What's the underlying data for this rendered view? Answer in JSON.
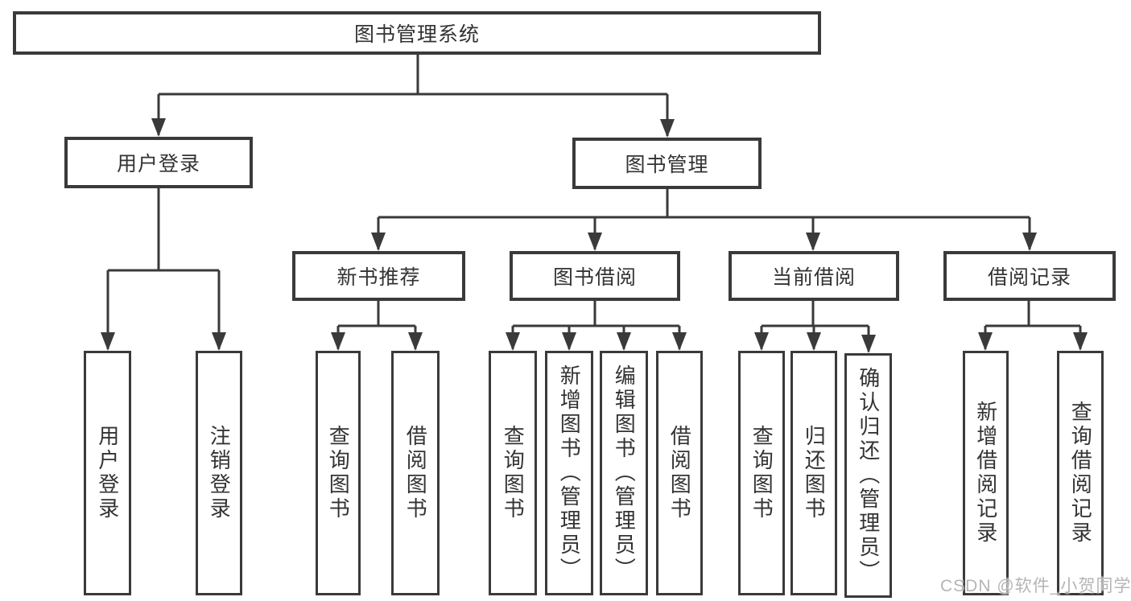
{
  "watermark": "CSDN @软件_小贺同学",
  "colors": {
    "line": "#3a3a3a",
    "text": "#333333",
    "watermark": "#b5b5b5",
    "background": "#ffffff"
  },
  "tree": {
    "root": {
      "label": "图书管理系统",
      "children": [
        {
          "label": "用户登录",
          "children": [
            {
              "label": "用户登录"
            },
            {
              "label": "注销登录"
            }
          ]
        },
        {
          "label": "图书管理",
          "children": [
            {
              "label": "新书推荐",
              "children": [
                {
                  "label": "查询图书"
                },
                {
                  "label": "借阅图书"
                }
              ]
            },
            {
              "label": "图书借阅",
              "children": [
                {
                  "label": "查询图书"
                },
                {
                  "label": "新增图书（管理员）"
                },
                {
                  "label": "编辑图书（管理员）"
                },
                {
                  "label": "借阅图书"
                }
              ]
            },
            {
              "label": "当前借阅",
              "children": [
                {
                  "label": "查询图书"
                },
                {
                  "label": "归还图书"
                },
                {
                  "label": "确认归还（管理员）"
                }
              ]
            },
            {
              "label": "借阅记录",
              "children": [
                {
                  "label": "新增借阅记录"
                },
                {
                  "label": "查询借阅记录"
                }
              ]
            }
          ]
        }
      ]
    }
  }
}
